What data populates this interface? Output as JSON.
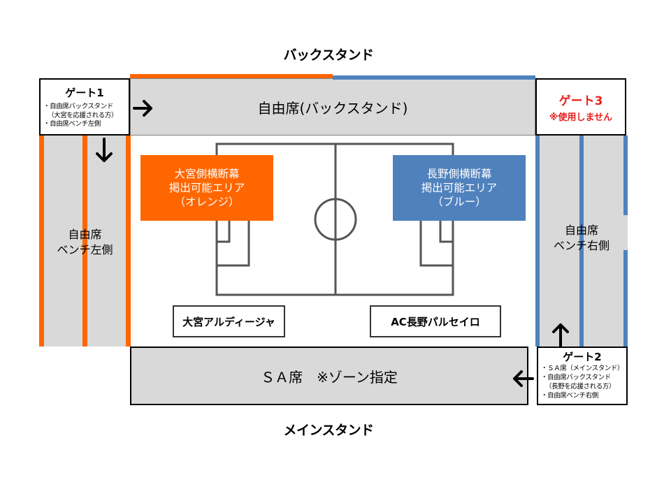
{
  "stands": {
    "back": "バックスタンド",
    "main": "メインスタンド"
  },
  "sections": {
    "back_free": "自由席(バックスタンド)",
    "bench_left": [
      "自由席",
      "ベンチ左側"
    ],
    "bench_right": [
      "自由席",
      "ベンチ右側"
    ],
    "sa": "ＳＡ席　※ゾーン指定"
  },
  "gates": {
    "gate1": {
      "title": "ゲート1",
      "notes": [
        "・自由席バックスタンド",
        "（大宮を応援される方）",
        "・自由席ベンチ左側"
      ]
    },
    "gate2": {
      "title": "ゲート2",
      "notes": [
        "・ＳＡ席（メインスタンド）",
        "・自由席バックスタンド",
        "（長野を応援される方）",
        "・自由席ベンチ右側"
      ]
    },
    "gate3": {
      "title": "ゲート3",
      "note": "※使用しません",
      "color": "#e8201c"
    }
  },
  "banners": {
    "omiya": {
      "lines": [
        "大宮側横断幕",
        "掲出可能エリア",
        "（オレンジ）"
      ],
      "color": "#ff6600"
    },
    "nagano": {
      "lines": [
        "長野側横断幕",
        "掲出可能エリア",
        "（ブルー）"
      ],
      "color": "#4f81bd"
    }
  },
  "teams": {
    "home": "大宮アルディージャ",
    "away": "AC長野パルセイロ"
  },
  "icons": {
    "arrows": [
      "arrow-right-icon",
      "arrow-down-icon",
      "arrow-up-icon",
      "arrow-left-icon"
    ]
  }
}
